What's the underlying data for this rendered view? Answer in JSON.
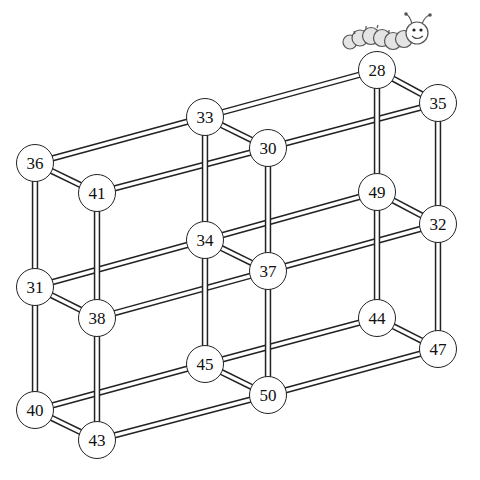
{
  "diagram": {
    "nodes": [
      {
        "text": [
          "28"
        ]
      },
      {
        "text": [
          "35"
        ]
      },
      {
        "text": [
          "33"
        ]
      },
      {
        "text": [
          "30"
        ]
      },
      {
        "text": [
          "36"
        ]
      },
      {
        "text": [
          "41"
        ]
      },
      {
        "text": [
          "49"
        ]
      },
      {
        "text": [
          "32"
        ]
      },
      {
        "text": [
          "34"
        ]
      },
      {
        "text": [
          "37"
        ]
      },
      {
        "text": [
          "31"
        ]
      },
      {
        "text": [
          "38"
        ]
      },
      {
        "text": [
          "44"
        ]
      },
      {
        "text": [
          "47"
        ]
      },
      {
        "text": [
          "45"
        ]
      },
      {
        "text": [
          "50"
        ]
      },
      {
        "text": [
          "40"
        ]
      },
      {
        "text": [
          "43"
        ]
      }
    ],
    "edges": [
      {
        "from": 4,
        "to": 2,
        "arrow": "none"
      },
      {
        "from": 2,
        "to": 0,
        "arrow": "none"
      },
      {
        "from": 10,
        "to": 8,
        "arrow": "none"
      },
      {
        "from": 8,
        "to": 6,
        "arrow": "none"
      },
      {
        "from": 16,
        "to": 14,
        "arrow": "none"
      },
      {
        "from": 14,
        "to": 12,
        "arrow": "none"
      },
      {
        "from": 5,
        "to": 3,
        "arrow": "none"
      },
      {
        "from": 3,
        "to": 1,
        "arrow": "none"
      },
      {
        "from": 11,
        "to": 9,
        "arrow": "none"
      },
      {
        "from": 9,
        "to": 7,
        "arrow": "none"
      },
      {
        "from": 17,
        "to": 15,
        "arrow": "none"
      },
      {
        "from": 15,
        "to": 13,
        "arrow": "none"
      },
      {
        "from": 4,
        "to": 5,
        "arrow": "none"
      },
      {
        "from": 2,
        "to": 3,
        "arrow": "none"
      },
      {
        "from": 0,
        "to": 1,
        "arrow": "none"
      },
      {
        "from": 10,
        "to": 11,
        "arrow": "none"
      },
      {
        "from": 8,
        "to": 9,
        "arrow": "none"
      },
      {
        "from": 6,
        "to": 7,
        "arrow": "none"
      },
      {
        "from": 16,
        "to": 17,
        "arrow": "none"
      },
      {
        "from": 14,
        "to": 15,
        "arrow": "none"
      },
      {
        "from": 12,
        "to": 13,
        "arrow": "none"
      },
      {
        "from": 4,
        "to": 10,
        "arrow": "none"
      },
      {
        "from": 10,
        "to": 16,
        "arrow": "none"
      },
      {
        "from": 5,
        "to": 11,
        "arrow": "none"
      },
      {
        "from": 11,
        "to": 17,
        "arrow": "none"
      },
      {
        "from": 2,
        "to": 8,
        "arrow": "none"
      },
      {
        "from": 8,
        "to": 14,
        "arrow": "none"
      },
      {
        "from": 3,
        "to": 9,
        "arrow": "none"
      },
      {
        "from": 9,
        "to": 15,
        "arrow": "none"
      },
      {
        "from": 0,
        "to": 6,
        "arrow": "none"
      },
      {
        "from": 6,
        "to": 12,
        "arrow": "none"
      },
      {
        "from": 1,
        "to": 7,
        "arrow": "none"
      },
      {
        "from": 7,
        "to": 13,
        "arrow": "none"
      }
    ]
  }
}
